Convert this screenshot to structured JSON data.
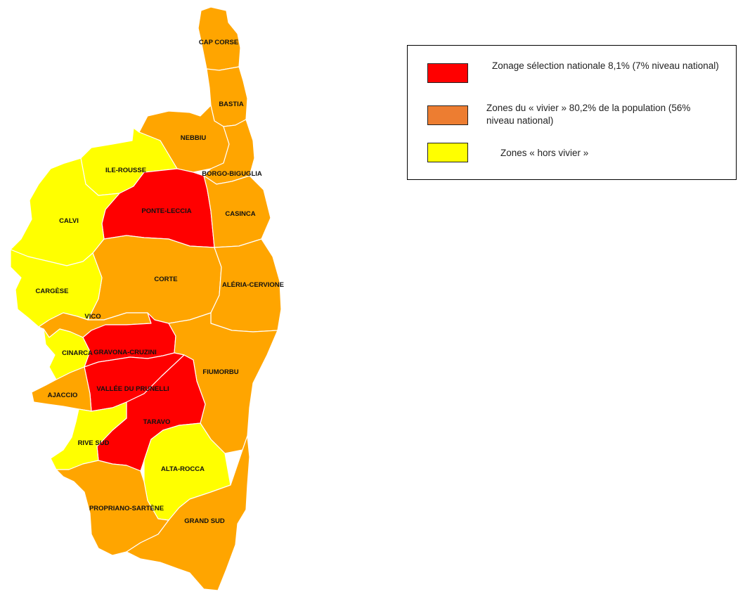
{
  "colors": {
    "selection": "#ff0000",
    "vivier_map": "#ffa500",
    "vivier_legend": "#ed7d31",
    "hors_vivier": "#ffff00"
  },
  "map": {
    "zones": [
      {
        "name": "CAP CORSE",
        "category": "vivier"
      },
      {
        "name": "BASTIA",
        "category": "vivier"
      },
      {
        "name": "NEBBIU",
        "category": "vivier"
      },
      {
        "name": "ILE-ROUSSE",
        "category": "hors_vivier"
      },
      {
        "name": "BORGO-BIGUGLIA",
        "category": "vivier"
      },
      {
        "name": "PONTE-LECCIA",
        "category": "selection"
      },
      {
        "name": "CALVI",
        "category": "hors_vivier"
      },
      {
        "name": "CASINCA",
        "category": "vivier"
      },
      {
        "name": "CORTE",
        "category": "vivier"
      },
      {
        "name": "ALÉRIA-CERVIONE",
        "category": "vivier"
      },
      {
        "name": "CARGÈSE",
        "category": "hors_vivier"
      },
      {
        "name": "VICO",
        "category": "vivier"
      },
      {
        "name": "GRAVONA-CRUZINI",
        "category": "selection"
      },
      {
        "name": "CINARCA",
        "category": "hors_vivier"
      },
      {
        "name": "FIUMORBU",
        "category": "vivier"
      },
      {
        "name": "VALLÉE DU PRUNELLI",
        "category": "selection"
      },
      {
        "name": "AJACCIO",
        "category": "vivier"
      },
      {
        "name": "TARAVO",
        "category": "selection"
      },
      {
        "name": "RIVE SUD",
        "category": "hors_vivier"
      },
      {
        "name": "ALTA-ROCCA",
        "category": "hors_vivier"
      },
      {
        "name": "PROPRIANO-SARTÈNE",
        "category": "vivier"
      },
      {
        "name": "GRAND SUD",
        "category": "vivier"
      }
    ]
  },
  "legend": {
    "items": [
      {
        "key": "selection",
        "text": "Zonage sélection nationale 8,1%  (7% niveau national)"
      },
      {
        "key": "vivier",
        "text": "Zones du « vivier » 80,2% de la population (56% niveau national)"
      },
      {
        "key": "hors_vivier",
        "text": "Zones « hors vivier »"
      }
    ]
  }
}
